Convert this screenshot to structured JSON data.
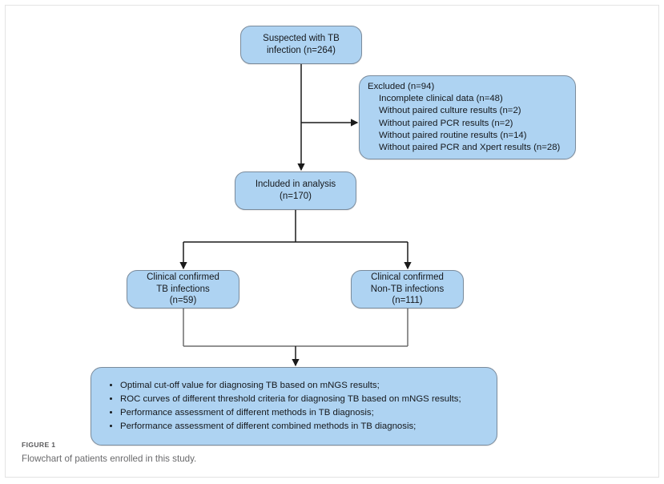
{
  "figure": {
    "caption_label": "FIGURE 1",
    "caption_text": "Flowchart of patients enrolled in this study."
  },
  "colors": {
    "node_fill": "#aed3f2",
    "node_border": "#7a8b9c",
    "connector": "#1a1a1a",
    "panel_border": "#e3e3e3",
    "caption_text": "#6a6a6c"
  },
  "chart_data": {
    "type": "flowchart",
    "title": "Flowchart of patients enrolled in this study.",
    "nodes": [
      {
        "id": "suspected",
        "lines": [
          "Suspected with TB",
          "infection (n=264)"
        ],
        "n": 264
      },
      {
        "id": "excluded",
        "heading": "Excluded (n=94)",
        "n": 94,
        "items": [
          "Incomplete clinical data (n=48)",
          "Without paired culture results (n=2)",
          "Without paired PCR results (n=2)",
          "Without paired routine results (n=14)",
          "Without paired PCR and Xpert  results (n=28)"
        ]
      },
      {
        "id": "included",
        "lines": [
          "Included in analysis",
          "(n=170)"
        ],
        "n": 170
      },
      {
        "id": "tb",
        "lines": [
          "Clinical confirmed",
          "TB infections",
          "(n=59)"
        ],
        "n": 59
      },
      {
        "id": "nontb",
        "lines": [
          "Clinical confirmed",
          "Non-TB infections",
          "(n=111)"
        ],
        "n": 111
      },
      {
        "id": "outcomes",
        "items": [
          "Optimal cut-off value for diagnosing TB based on mNGS results;",
          "ROC curves of different threshold criteria for diagnosing TB based on mNGS results;",
          "Performance assessment of different methods in TB diagnosis;",
          "Performance assessment of different combined methods in TB diagnosis;"
        ]
      }
    ],
    "edges": [
      {
        "from": "suspected",
        "to": "excluded",
        "style": "elbow-right"
      },
      {
        "from": "suspected",
        "to": "included",
        "style": "straight-down"
      },
      {
        "from": "included",
        "to": "tb",
        "style": "split-down-left"
      },
      {
        "from": "included",
        "to": "nontb",
        "style": "split-down-right"
      },
      {
        "from": "tb",
        "to": "outcomes",
        "style": "merge-down"
      },
      {
        "from": "nontb",
        "to": "outcomes",
        "style": "merge-down"
      }
    ]
  }
}
